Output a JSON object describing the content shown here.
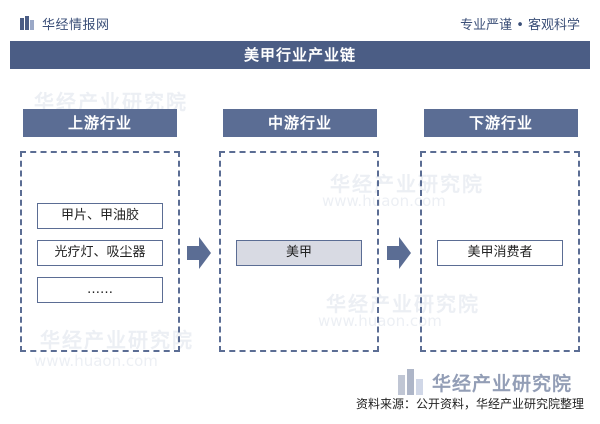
{
  "header": {
    "logo_text": "华经情报网",
    "slogan": "专业严谨 • 客观科学"
  },
  "title": "美甲行业产业链",
  "columns": [
    {
      "label": "上游行业",
      "items": [
        "甲片、甲油胶",
        "光疗灯、吸尘器",
        "……"
      ]
    },
    {
      "label": "中游行业",
      "items": [
        "美甲"
      ]
    },
    {
      "label": "下游行业",
      "items": [
        "美甲消费者"
      ]
    }
  ],
  "watermark": {
    "brand": "华经产业研究院",
    "url": "www.huaon.com"
  },
  "brand": "华经产业研究院",
  "footer": "资料来源：公开资料，华经产业研究院整理",
  "colors": {
    "primary": "#4b5d85",
    "header": "#5b6d94",
    "item_fill": "#d8dae3"
  }
}
